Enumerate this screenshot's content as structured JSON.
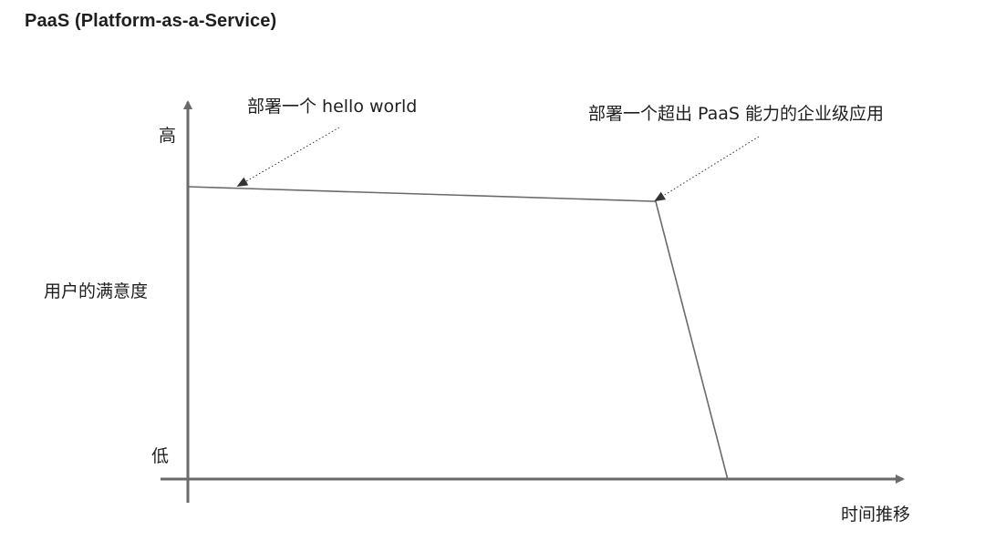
{
  "page": {
    "title": "PaaS (Platform-as-a-Service)"
  },
  "chart_data": {
    "type": "line",
    "title": "PaaS (Platform-as-a-Service)",
    "ylabel": "用户的满意度",
    "xlabel": "时间推移",
    "y_tick_labels": {
      "high": "高",
      "low": "低"
    },
    "xlim": [
      0,
      100
    ],
    "ylim": [
      0,
      100
    ],
    "grid": false,
    "series": [
      {
        "x": [
          0,
          65,
          75
        ],
        "y": [
          100,
          95,
          0
        ]
      }
    ],
    "annotations": [
      {
        "text": "部署一个 hello world",
        "x": 7,
        "y": 100
      },
      {
        "text": "部署一个超出 PaaS 能力的企业级应用",
        "x": 65,
        "y": 95
      }
    ],
    "colors": {
      "line": "#6a6a6a",
      "axis": "#6a6a6a",
      "text": "#1f1f1f"
    }
  }
}
